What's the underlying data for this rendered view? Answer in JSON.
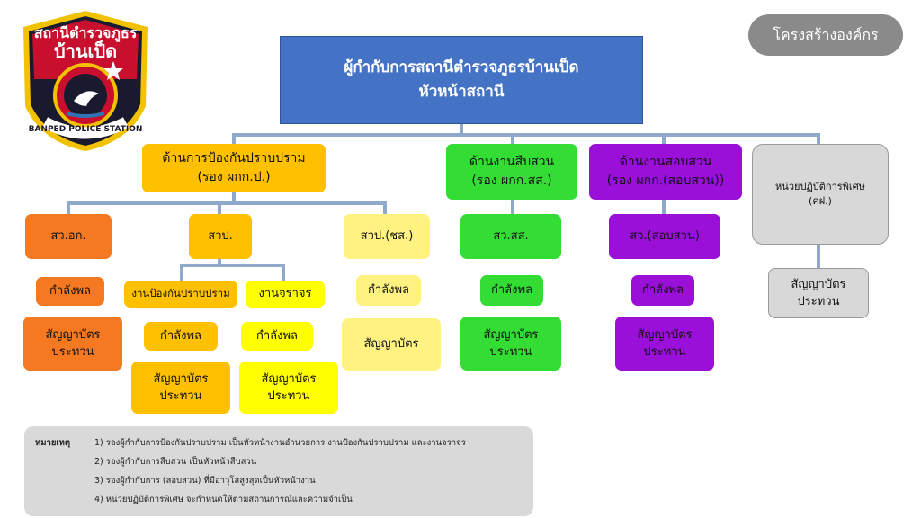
{
  "logo": {
    "title_line1": "สถานีตำรวจภูธร",
    "title_line2": "บ้านเป็ด",
    "band_text": "BANPED POLICE STATION",
    "colors": {
      "badge": "#c8102e",
      "dark": "#1a1a2e",
      "gold": "#f2c200"
    }
  },
  "tag": "โครงสร้างองค์กร",
  "top_box": {
    "line1": "ผู้กำกับการสถานีตำรวจภูธรบ้านเป็ด",
    "line2": "หัวหน้าสถานี"
  },
  "divisions": {
    "prevention": {
      "line1": "ด้านการป้องกันปราบปราม",
      "line2": "(รอง ผกก.ป.)"
    },
    "investigation": {
      "line1": "ด้านงานสืบสวน",
      "line2": "(รอง ผกก.สส.)"
    },
    "inquiry": {
      "line1": "ด้านงานสอบสวน",
      "line2": "(รอง ผกก.(สอบสวน))"
    },
    "special": {
      "line1": "หน่วยปฏิบัติการพิเศษ",
      "line2": "(คฝ.)"
    }
  },
  "units": {
    "admin": "สว.อก.",
    "svp": "สวป.",
    "svp_special": "สวป.(ชส.)",
    "ss": "สว.สส.",
    "inquiry": "สว.(สอบสวน)",
    "prevention_work": "งานป้องกันปราบปราม",
    "traffic": "งานจราจร"
  },
  "labels": {
    "force": "กำลังพล",
    "contract_line1": "สัญญาบัตร",
    "contract_line2": "ประทวน"
  },
  "notes": {
    "header": "หมายเหตุ",
    "items": [
      "1) รองผู้กำกับการป้องกันปราบปราม เป็นหัวหน้างานอำนวยการ งานป้องกันปราบปราม และงานจราจร",
      "2) รองผู้กำกับการสืบสวน เป็นหัวหน้าสืบสวน",
      "3) รองผู้กำกับการ (สอบสวน) ที่มีอาวุโสสูงสุดเป็นหัวหน้างาน",
      "4) หน่วยปฏิบัติการพิเศษ จะกำหนดให้ตามสถานการณ์และความจำเป็น"
    ]
  },
  "colors": {
    "top": "#4472c4",
    "orange": "#f47920",
    "amber": "#ffc000",
    "yellow": "#ffff00",
    "pale_yellow": "#fff280",
    "green": "#33dd33",
    "purple": "#9a10d8",
    "gray": "#d8d8d8",
    "connector": "#8ea9c9"
  }
}
